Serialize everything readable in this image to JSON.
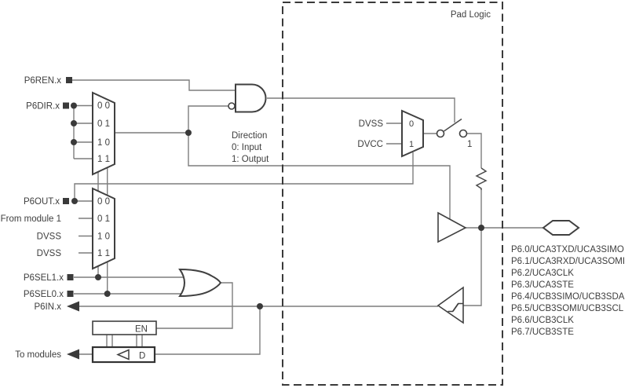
{
  "pad_logic_title": "Pad Logic",
  "signals": {
    "p6ren": "P6REN.x",
    "p6dir": "P6DIR.x",
    "p6out": "P6OUT.x",
    "from_module": "From module 1",
    "dvss_in_10": "DVSS",
    "dvss_in_11": "DVSS",
    "p6sel1": "P6SEL1.x",
    "p6sel0": "P6SEL0.x",
    "p6in": "P6IN.x",
    "to_modules": "To modules"
  },
  "direction_note": [
    "Direction",
    "0: Input",
    "1: Output"
  ],
  "mux_select_labels": [
    "0 0",
    "0 1",
    "1 0",
    "1 1"
  ],
  "pull_mux": {
    "in0_label": "DVSS",
    "in1_label": "DVCC",
    "sel0": "0",
    "sel1": "1"
  },
  "switch_closed_label": "1",
  "latch": {
    "en_label": "EN",
    "d_label": "D"
  },
  "pins": [
    "P6.0/UCA3TXD/UCA3SIMO",
    "P6.1/UCA3RXD/UCA3SOMI",
    "P6.2/UCA3CLK",
    "P6.3/UCA3STE",
    "P6.4/UCB3SIMO/UCB3SDA",
    "P6.5/UCB3SOMI/UCB3SCL",
    "P6.6/UCB3CLK",
    "P6.7/UCB3STE"
  ],
  "colors": {
    "wire": "#7d7d7d",
    "component": "#404040",
    "text": "#3e3e3e"
  }
}
